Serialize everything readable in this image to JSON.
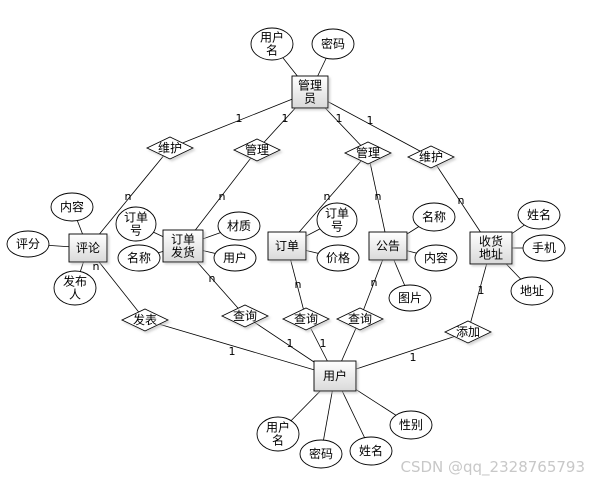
{
  "diagram": {
    "watermark": "CSDN @qq_2328765793",
    "entities": [
      {
        "id": "admin",
        "lines": [
          "管理",
          "员"
        ]
      },
      {
        "id": "comment",
        "lines": [
          "评论"
        ]
      },
      {
        "id": "shipping",
        "lines": [
          "订单",
          "发货"
        ]
      },
      {
        "id": "order",
        "lines": [
          "订单"
        ]
      },
      {
        "id": "notice",
        "lines": [
          "公告"
        ]
      },
      {
        "id": "address",
        "lines": [
          "收货",
          "地址"
        ]
      },
      {
        "id": "user",
        "lines": [
          "用户"
        ]
      }
    ],
    "relationships": [
      {
        "id": "r_maintain1",
        "label": "维护"
      },
      {
        "id": "r_manage1",
        "label": "管理"
      },
      {
        "id": "r_manage2",
        "label": "管理"
      },
      {
        "id": "r_maintain2",
        "label": "维护"
      },
      {
        "id": "r_publish",
        "label": "发表"
      },
      {
        "id": "r_query1",
        "label": "查询"
      },
      {
        "id": "r_query2",
        "label": "查询"
      },
      {
        "id": "r_query3",
        "label": "查询"
      },
      {
        "id": "r_add",
        "label": "添加"
      }
    ],
    "attributes": [
      {
        "id": "admin_user",
        "lines": [
          "用户",
          "名"
        ]
      },
      {
        "id": "admin_pwd",
        "lines": [
          "密码"
        ]
      },
      {
        "id": "c_content",
        "lines": [
          "内容"
        ]
      },
      {
        "id": "c_score",
        "lines": [
          "评分"
        ]
      },
      {
        "id": "c_pub",
        "lines": [
          "发布",
          "人"
        ]
      },
      {
        "id": "s_orderno",
        "lines": [
          "订单",
          "号"
        ]
      },
      {
        "id": "s_name",
        "lines": [
          "名称"
        ]
      },
      {
        "id": "s_material",
        "lines": [
          "材质"
        ]
      },
      {
        "id": "s_user",
        "lines": [
          "用户"
        ]
      },
      {
        "id": "o_orderno",
        "lines": [
          "订单",
          "号"
        ]
      },
      {
        "id": "o_price",
        "lines": [
          "价格"
        ]
      },
      {
        "id": "n_name",
        "lines": [
          "名称"
        ]
      },
      {
        "id": "n_content",
        "lines": [
          "内容"
        ]
      },
      {
        "id": "n_pic",
        "lines": [
          "图片"
        ]
      },
      {
        "id": "a_name",
        "lines": [
          "姓名"
        ]
      },
      {
        "id": "a_phone",
        "lines": [
          "手机"
        ]
      },
      {
        "id": "a_addr",
        "lines": [
          "地址"
        ]
      },
      {
        "id": "u_user",
        "lines": [
          "用户",
          "名"
        ]
      },
      {
        "id": "u_pwd",
        "lines": [
          "密码"
        ]
      },
      {
        "id": "u_name",
        "lines": [
          "姓名"
        ]
      },
      {
        "id": "u_gender",
        "lines": [
          "性别"
        ]
      }
    ],
    "cardinalities": [
      {
        "id": "c1",
        "text": "1"
      },
      {
        "id": "c2",
        "text": "1"
      },
      {
        "id": "c3",
        "text": "1"
      },
      {
        "id": "c4",
        "text": "1"
      },
      {
        "id": "c5",
        "text": "n"
      },
      {
        "id": "c6",
        "text": "n"
      },
      {
        "id": "c7",
        "text": "n"
      },
      {
        "id": "c8",
        "text": "n"
      },
      {
        "id": "c9",
        "text": "n"
      },
      {
        "id": "c10",
        "text": "n"
      },
      {
        "id": "c11",
        "text": "n"
      },
      {
        "id": "c12",
        "text": "n"
      },
      {
        "id": "c13",
        "text": "n"
      },
      {
        "id": "c14",
        "text": "1"
      },
      {
        "id": "c15",
        "text": "1"
      },
      {
        "id": "c16",
        "text": "1"
      },
      {
        "id": "c17",
        "text": "1"
      },
      {
        "id": "c18",
        "text": "1"
      }
    ]
  }
}
